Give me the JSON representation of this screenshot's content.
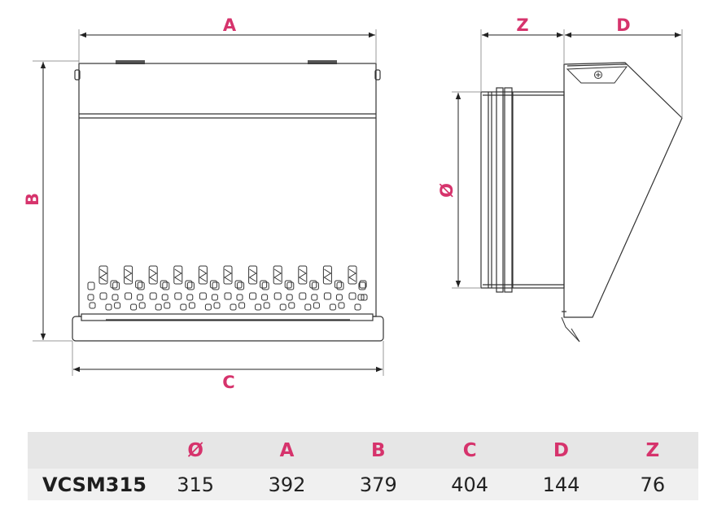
{
  "diagram": {
    "labels": {
      "a": "A",
      "b": "B",
      "c": "C",
      "z": "Z",
      "d": "D",
      "diameter": "Ø"
    }
  },
  "table": {
    "headers": [
      "",
      "Ø",
      "A",
      "B",
      "C",
      "D",
      "Z"
    ],
    "rows": [
      {
        "model": "VCSM315",
        "values": [
          "315",
          "392",
          "379",
          "404",
          "144",
          "76"
        ]
      }
    ]
  },
  "colors": {
    "accent": "#d6336c",
    "line": "#333333",
    "table_bg": "#eeeeee"
  }
}
